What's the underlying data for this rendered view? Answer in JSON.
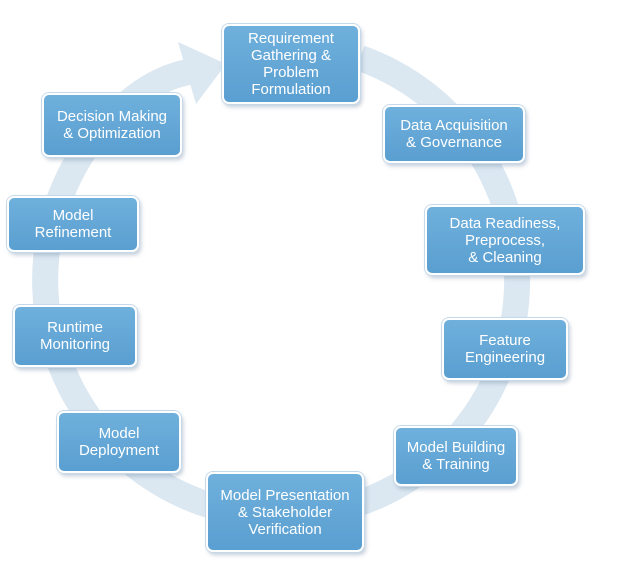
{
  "diagram": {
    "type": "cycle",
    "colors": {
      "step_fill": "#62a6d7",
      "step_border": "#ffffff",
      "step_text": "#ffffff",
      "ring": "#dbe7f1"
    },
    "steps": [
      {
        "id": "requirement-gathering",
        "label": "Requirement\nGathering &\nProblem\nFormulation"
      },
      {
        "id": "data-acquisition",
        "label": "Data Acquisition\n& Governance"
      },
      {
        "id": "data-readiness",
        "label": "Data Readiness,\nPreprocess,\n& Cleaning"
      },
      {
        "id": "feature-engineering",
        "label": "Feature\nEngineering"
      },
      {
        "id": "model-building",
        "label": "Model Building\n& Training"
      },
      {
        "id": "model-presentation",
        "label": "Model Presentation\n& Stakeholder\nVerification"
      },
      {
        "id": "model-deployment",
        "label": "Model\nDeployment"
      },
      {
        "id": "runtime-monitoring",
        "label": "Runtime\nMonitoring"
      },
      {
        "id": "model-refinement",
        "label": "Model\nRefinement"
      },
      {
        "id": "decision-making",
        "label": "Decision Making\n& Optimization"
      }
    ]
  }
}
